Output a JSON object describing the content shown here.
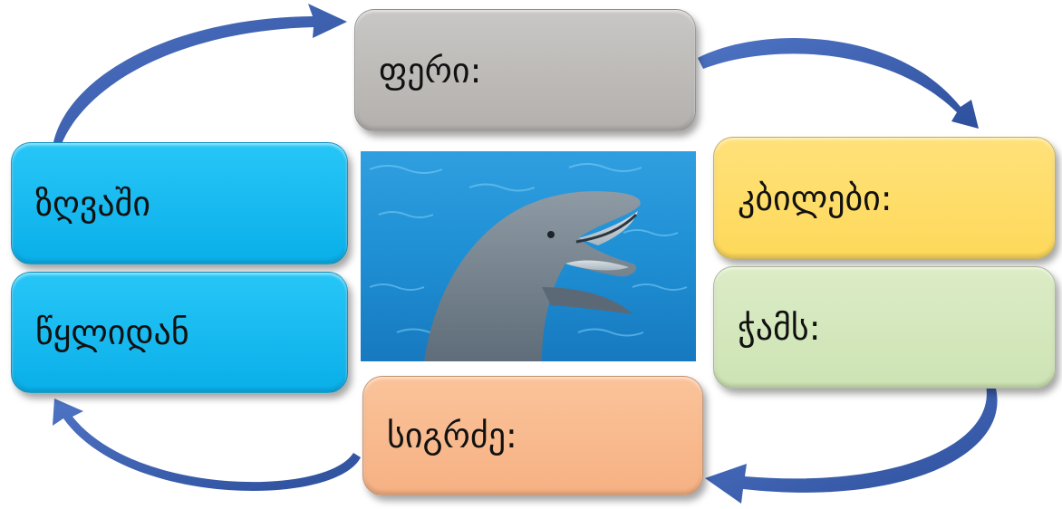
{
  "boxes": {
    "color": "ფერი:",
    "teeth": "კბილები:",
    "eats": "ჭამს:",
    "length": "სიგრძე:",
    "from_water": "წყლიდან",
    "in_sea": "ზღვაში"
  },
  "image": {
    "subject": "dolphin"
  },
  "colors": {
    "gray": "#bdbab7",
    "blue": "#15baf0",
    "yellow": "#fddc64",
    "green": "#d4e8bd",
    "orange": "#f8b98d",
    "arrow": "#3b5fae"
  }
}
